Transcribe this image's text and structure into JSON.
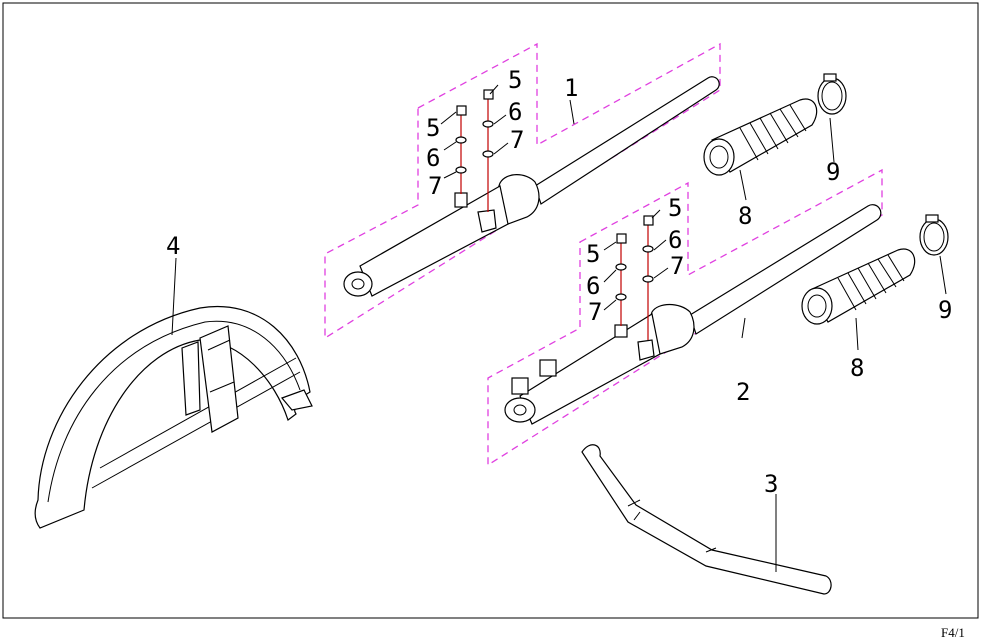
{
  "callouts": {
    "c1": "1",
    "c2": "2",
    "c3": "3",
    "c4": "4",
    "c5a": "5",
    "c5b": "5",
    "c5c": "5",
    "c5d": "5",
    "c6a": "6",
    "c6b": "6",
    "c6c": "6",
    "c6d": "6",
    "c7a": "7",
    "c7b": "7",
    "c7c": "7",
    "c7d": "7",
    "c8a": "8",
    "c8b": "8",
    "c9a": "9",
    "c9b": "9"
  },
  "page_code": "F4/1",
  "colors": {
    "group_outline": "#e040e0",
    "bolt_line": "#c00000",
    "line": "#000000"
  }
}
